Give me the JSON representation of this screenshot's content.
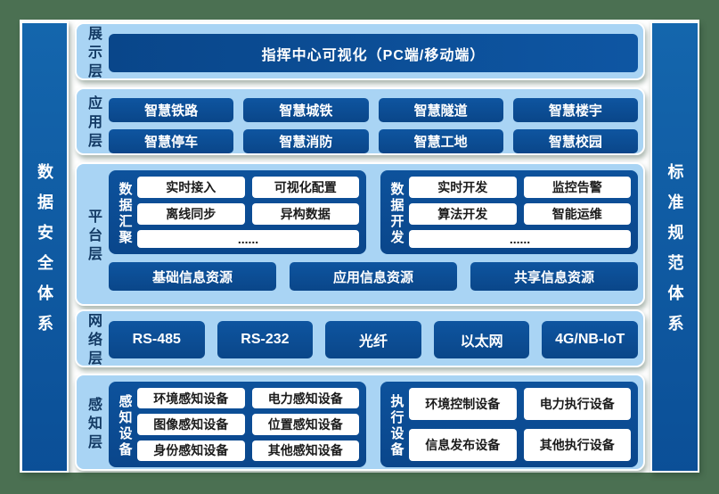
{
  "colors": {
    "background_green": "#4b7052",
    "panel_light_blue": "#a9d4f4",
    "box_dark_blue": "#0b4c95",
    "bar_blue": "#0f5fa8",
    "label_navy": "#133a64"
  },
  "side_bars": {
    "left": "数据安全体系",
    "right": "标准规范体系"
  },
  "layers": {
    "display": {
      "label": "展示层",
      "box": "指挥中心可视化（PC端/移动端）"
    },
    "application": {
      "label": "应用层",
      "rows": [
        [
          "智慧铁路",
          "智慧城铁",
          "智慧隧道",
          "智慧楼宇"
        ],
        [
          "智慧停车",
          "智慧消防",
          "智慧工地",
          "智慧校园"
        ]
      ]
    },
    "platform": {
      "label": "平台层",
      "groups": [
        {
          "name": "数据汇聚",
          "pills": [
            [
              "实时接入",
              "可视化配置"
            ],
            [
              "离线同步",
              "异构数据"
            ]
          ],
          "more": "......"
        },
        {
          "name": "数据开发",
          "pills": [
            [
              "实时开发",
              "监控告警"
            ],
            [
              "算法开发",
              "智能运维"
            ]
          ],
          "more": "......"
        }
      ],
      "resources": [
        "基础信息资源",
        "应用信息资源",
        "共享信息资源"
      ]
    },
    "network": {
      "label": "网络层",
      "items": [
        "RS-485",
        "RS-232",
        "光纤",
        "以太网",
        "4G/NB-IoT"
      ]
    },
    "perception": {
      "label": "感知层",
      "groups": [
        {
          "name": "感知设备",
          "pills": [
            [
              "环境感知设备",
              "电力感知设备"
            ],
            [
              "图像感知设备",
              "位置感知设备"
            ],
            [
              "身份感知设备",
              "其他感知设备"
            ]
          ]
        },
        {
          "name": "执行设备",
          "pills": [
            [
              "环境控制设备",
              "电力执行设备"
            ],
            [
              "信息发布设备",
              "其他执行设备"
            ]
          ]
        }
      ]
    }
  }
}
